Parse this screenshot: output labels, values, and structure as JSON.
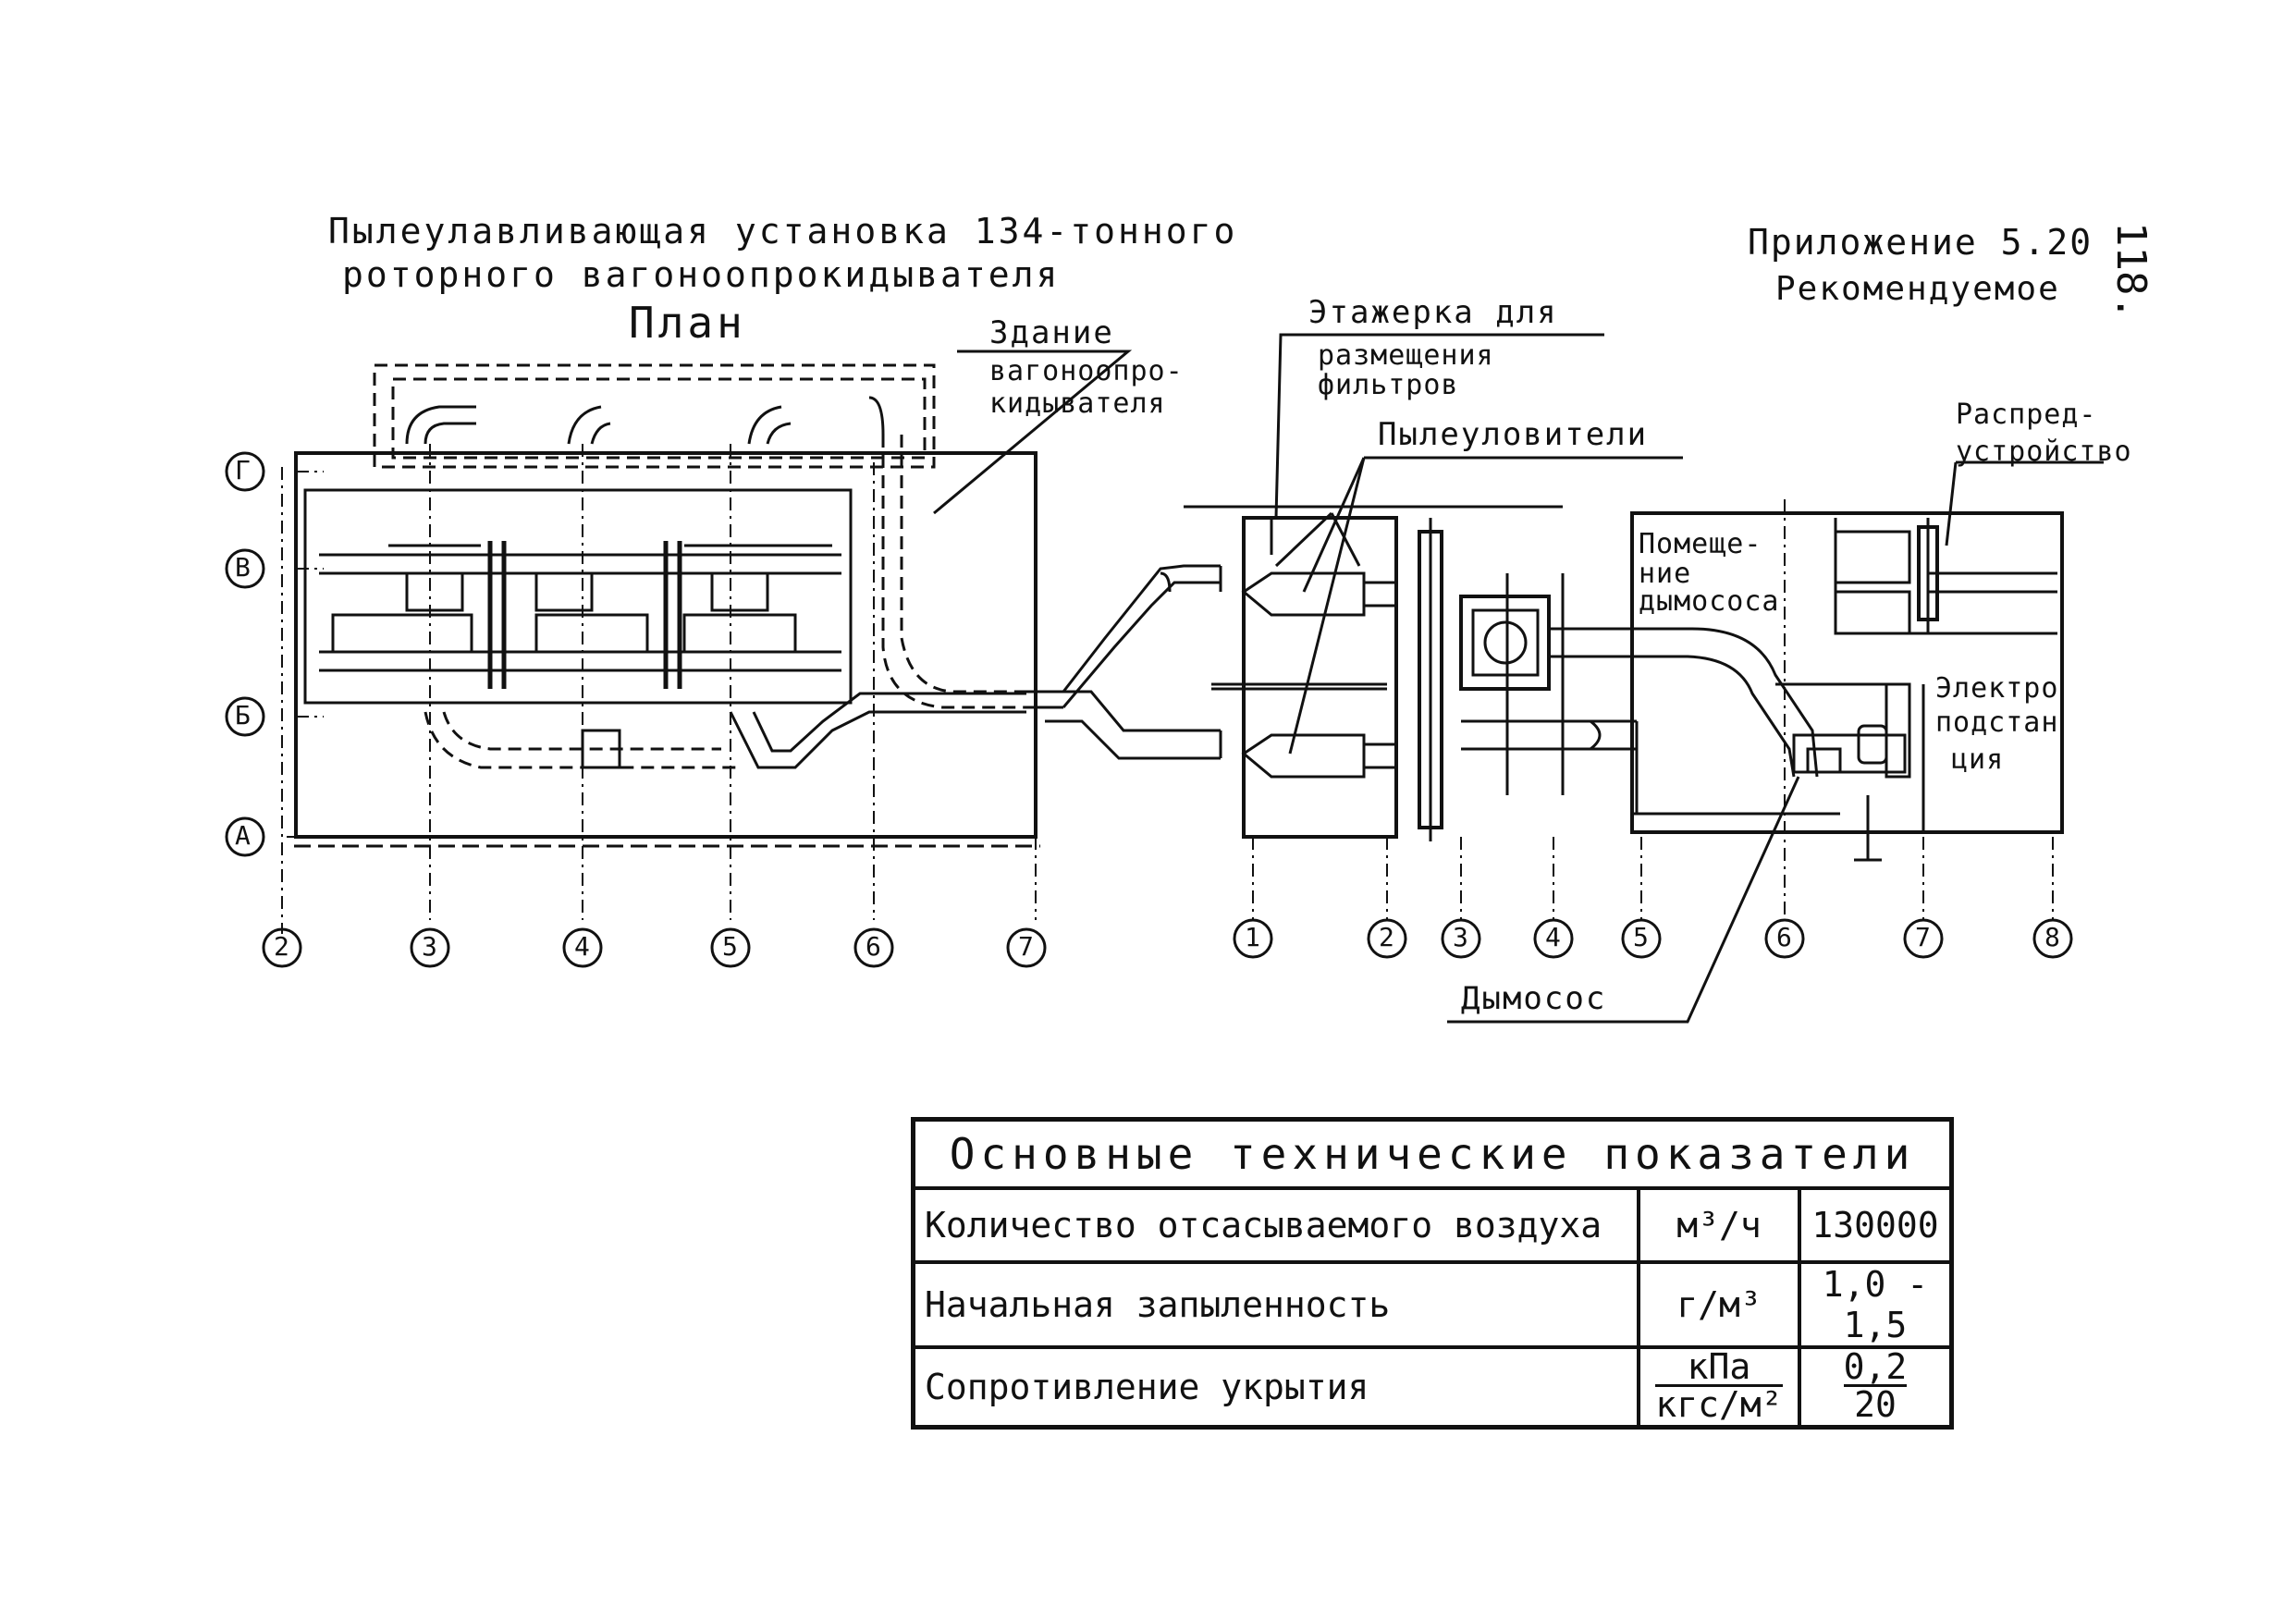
{
  "header": {
    "title_line1": "Пылеулавливающая установка 134-тонного",
    "title_line2": "роторного вагоноопрокидывателя",
    "plan": "План",
    "appendix_line1": "Приложение 5.20",
    "appendix_line2": "Рекомендуемое",
    "page_number": "118."
  },
  "labels": {
    "building": [
      "Здание",
      "вагоноопро-",
      "кидывателя"
    ],
    "filter_stand": [
      "Этажерка для",
      "размещения",
      "фильтров"
    ],
    "dust_collectors": "Пылеуловители",
    "switchgear": [
      "Распред-",
      "устройство"
    ],
    "exhauster_room": [
      "Помеще-",
      "ние",
      "дымососа"
    ],
    "substation": [
      "Электро",
      "подстан",
      "ция"
    ],
    "exhauster": "Дымосос"
  },
  "axes_left": {
    "rows": [
      "Г",
      "В",
      "Б",
      "А"
    ],
    "cols": [
      "2",
      "3",
      "4",
      "5",
      "6",
      "7"
    ]
  },
  "axes_right": {
    "cols": [
      "1",
      "2",
      "3",
      "4",
      "5",
      "6",
      "7",
      "8"
    ]
  },
  "spec_table": {
    "title": "Основные технические показатели",
    "rows": [
      {
        "name": "Количество отсасываемого воздуха",
        "unit": "м³/ч",
        "value": "130000"
      },
      {
        "name": "Начальная запыленность",
        "unit": "г/м³",
        "value": "1,0 - 1,5"
      },
      {
        "name": "Сопротивление укрытия",
        "unit_top": "кПа",
        "unit_bottom": "кгс/м²",
        "value_top": "0,2",
        "value_bottom": "20"
      }
    ]
  }
}
